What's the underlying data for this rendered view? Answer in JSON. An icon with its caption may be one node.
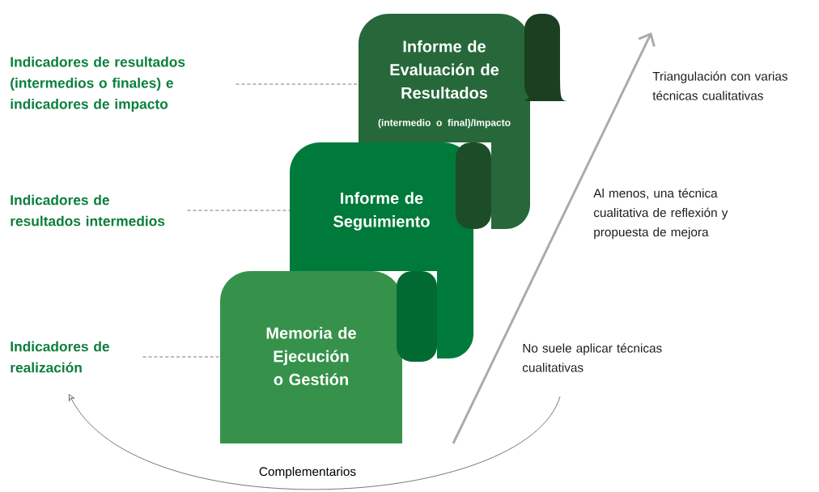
{
  "diagram": {
    "nodes": [
      {
        "text": [
          "Indicadores de resultados (intermedios o finales) e indicadores de impacto"
        ]
      },
      {
        "text": [
          "Informe de Evaluación de Resultados",
          "(intermedio o final)/Impacto"
        ]
      },
      {
        "text": [
          "Indicadores de resultados intermedios"
        ]
      },
      {
        "text": [
          "Informe de Seguimiento"
        ]
      },
      {
        "text": [
          "Indicadores de realización"
        ]
      },
      {
        "text": [
          "Memoria de Ejecución o Gestión"
        ]
      }
    ],
    "edges": [
      {
        "from": 0,
        "to": 1,
        "arrow": "none",
        "style": "dashed"
      },
      {
        "from": 2,
        "to": 3,
        "arrow": "none",
        "style": "dashed"
      },
      {
        "from": 4,
        "to": 5,
        "arrow": "none",
        "style": "dashed"
      },
      {
        "from": null,
        "to": 4,
        "arrow": "to",
        "label": "Complementarios"
      }
    ],
    "labels": [
      "Triangulación con varias técnicas cualitativas",
      "Al menos, una técnica cualitativa de reflexión y propuesta de mejora",
      "No suele aplicar técnicas cualitativas"
    ]
  }
}
